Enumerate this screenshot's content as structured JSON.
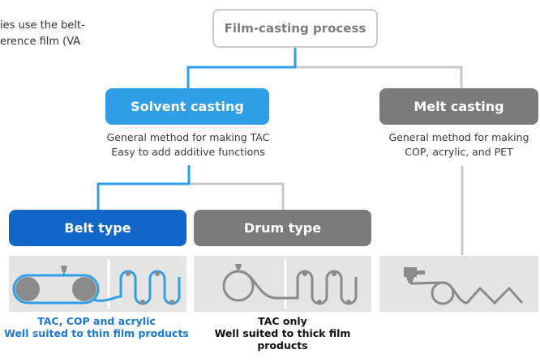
{
  "intro_text": [
    "ies use the belt-",
    "erence film (VA"
  ],
  "root": {
    "label": "Film-casting process"
  },
  "solvent": {
    "label": "Solvent casting",
    "desc": [
      "General method for making TAC",
      "Easy to add additive functions"
    ]
  },
  "melt": {
    "label": "Melt casting",
    "desc": [
      "General method for making",
      "COP, acrylic, and PET"
    ]
  },
  "belt": {
    "label": "Belt type",
    "result": [
      "TAC, COP and acrylic",
      "Well suited to thin film products"
    ]
  },
  "drum": {
    "label": "Drum type",
    "result": [
      "TAC only",
      "Well suited to thick film",
      "products"
    ]
  },
  "colors": {
    "blue_line": "#2f9ee6",
    "gray_line": "#c8c8c8",
    "belt_blue": "#1266c8",
    "gray_box": "#7b7b7b",
    "panel": "#e4e4e4",
    "illus_blue": "#2f9ee6",
    "illus_gray": "#8a8a8a"
  }
}
